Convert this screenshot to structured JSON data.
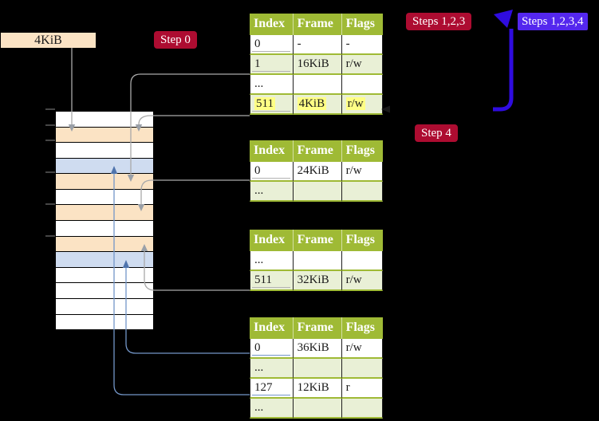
{
  "page_size_label": "4KiB",
  "badges": {
    "step0": "Step 0",
    "steps123": "Steps 1,2,3",
    "steps1234": "Steps 1,2,3,4",
    "step4": "Step 4"
  },
  "page_tables": [
    {
      "name": "page-table-level-top",
      "headers": [
        "Index",
        "Frame",
        "Flags"
      ],
      "rows": [
        {
          "cells": [
            "0",
            "-",
            "-"
          ],
          "shaded": false,
          "link": "gray",
          "highlight": false
        },
        {
          "cells": [
            "1",
            "16KiB",
            "r/w"
          ],
          "shaded": true,
          "link": "gray",
          "highlight": false
        },
        {
          "cells": [
            "...",
            "",
            ""
          ],
          "shaded": false,
          "link": null,
          "highlight": false
        },
        {
          "cells": [
            "511",
            "4KiB",
            "r/w"
          ],
          "shaded": true,
          "link": "gray",
          "highlight": true
        }
      ]
    },
    {
      "name": "page-table-second",
      "headers": [
        "Index",
        "Frame",
        "Flags"
      ],
      "rows": [
        {
          "cells": [
            "0",
            "24KiB",
            "r/w"
          ],
          "shaded": false,
          "link": "gray",
          "highlight": false
        },
        {
          "cells": [
            "...",
            "",
            ""
          ],
          "shaded": true,
          "link": null,
          "highlight": false
        }
      ]
    },
    {
      "name": "page-table-third",
      "headers": [
        "Index",
        "Frame",
        "Flags"
      ],
      "rows": [
        {
          "cells": [
            "...",
            "",
            ""
          ],
          "shaded": false,
          "link": null,
          "highlight": false
        },
        {
          "cells": [
            "511",
            "32KiB",
            "r/w"
          ],
          "shaded": true,
          "link": "gray",
          "highlight": false
        }
      ]
    },
    {
      "name": "page-table-fourth",
      "headers": [
        "Index",
        "Frame",
        "Flags"
      ],
      "rows": [
        {
          "cells": [
            "0",
            "36KiB",
            "r/w"
          ],
          "shaded": false,
          "link": "blue",
          "highlight": false
        },
        {
          "cells": [
            "...",
            "",
            ""
          ],
          "shaded": true,
          "link": null,
          "highlight": false
        },
        {
          "cells": [
            "127",
            "12KiB",
            "r"
          ],
          "shaded": false,
          "link": "blue",
          "highlight": false
        },
        {
          "cells": [
            "...",
            "",
            ""
          ],
          "shaded": true,
          "link": null,
          "highlight": false
        }
      ]
    }
  ],
  "memory_frames": {
    "rows": [
      "white",
      "wheat",
      "white",
      "blue",
      "wheat",
      "white",
      "wheat",
      "white",
      "wheat",
      "blue",
      "white",
      "white",
      "white",
      "white"
    ]
  },
  "colors": {
    "table_header": "#9fba35",
    "row_shaded": "#e9f0d6",
    "wheat": "#fbe3c4",
    "light_blue": "#cfdcf0",
    "highlight": "#ffff85",
    "badge_red": "#ad0c31",
    "badge_blue": "#5427ee",
    "arrow_blue": "#2f0ce0",
    "line_gray": "#a9a9a9",
    "head_gray": "#9aa0a8",
    "line_blue": "#7396c8",
    "head_blue": "#4f74ad"
  }
}
